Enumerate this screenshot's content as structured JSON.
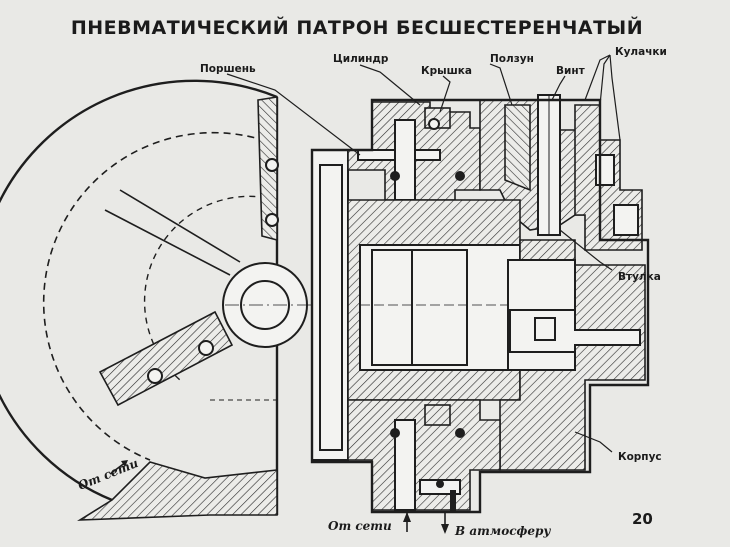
{
  "title": "ПНЕВМАТИЧЕСКИЙ ПАТРОН БЕСШЕСТЕРЕНЧАТЫЙ",
  "labels": {
    "porshen": "Поршень",
    "cilindr": "Цилиндр",
    "kryshka": "Крышка",
    "polzun": "Ползун",
    "vint": "Винт",
    "kulachki": "Кулачки",
    "vtulka": "Втулка",
    "korpus": "Корпус",
    "ot_seti_left": "От сети",
    "ot_seti_bottom": "От сети",
    "v_atmosferu": "В атмосферу"
  },
  "page_number": "20"
}
